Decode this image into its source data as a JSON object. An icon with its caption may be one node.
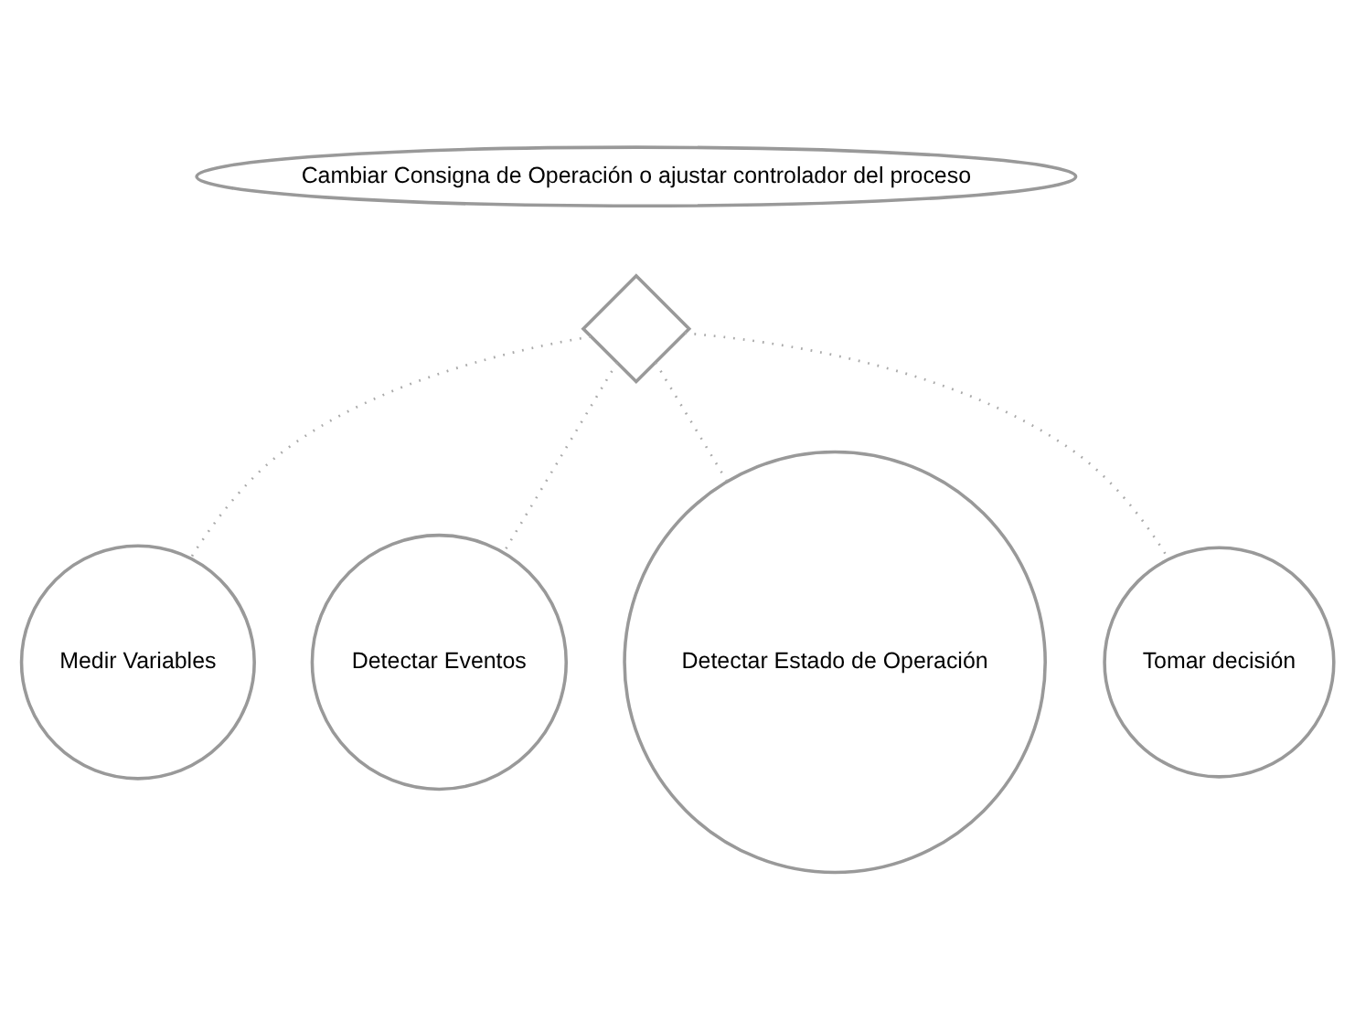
{
  "diagram": {
    "nodes": [
      {
        "text": [
          "Cambiar Consigna de Operación o ajustar controlador del proceso"
        ]
      },
      {
        "text": [],
        "shape": "diamond"
      },
      {
        "text": [
          "Medir Variables"
        ]
      },
      {
        "text": [
          "Detectar Eventos"
        ]
      },
      {
        "text": [
          "Detectar Estado de Operación"
        ]
      },
      {
        "text": [
          "Tomar decisión"
        ]
      }
    ],
    "edges": [
      {
        "from": 1,
        "to": 2,
        "arrow": "none",
        "style": "dashed"
      },
      {
        "from": 1,
        "to": 3,
        "arrow": "none",
        "style": "dashed"
      },
      {
        "from": 1,
        "to": 4,
        "arrow": "none",
        "style": "dashed"
      },
      {
        "from": 1,
        "to": 5,
        "arrow": "none",
        "style": "dashed"
      }
    ]
  }
}
